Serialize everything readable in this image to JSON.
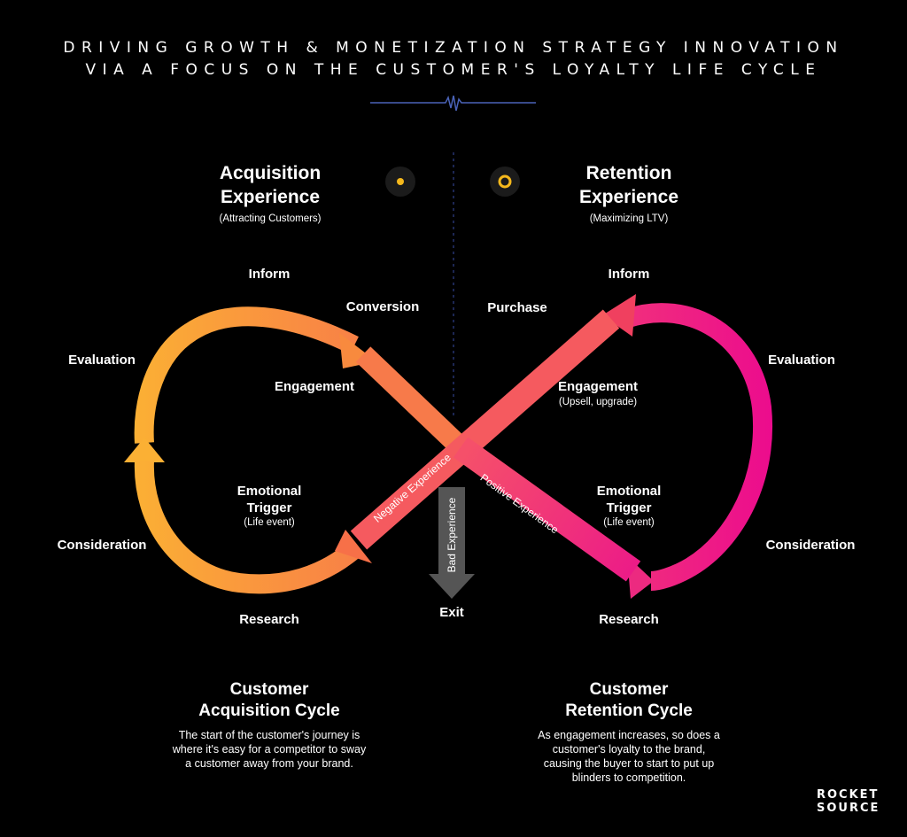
{
  "header": {
    "line1": "DRIVING GROWTH & MONETIZATION STRATEGY INNOVATION",
    "line2": "VIA A FOCUS ON THE CUSTOMER'S LOYALTY LIFE CYCLE"
  },
  "acquisition": {
    "heading_line1": "Acquisition",
    "heading_line2": "Experience",
    "subheading": "(Attracting Customers)",
    "stages": {
      "inform": "Inform",
      "conversion": "Conversion",
      "evaluation": "Evaluation",
      "engagement": "Engagement",
      "emotional_trigger_line1": "Emotional",
      "emotional_trigger_line2": "Trigger",
      "emotional_trigger_note": "(Life event)",
      "consideration": "Consideration",
      "research": "Research"
    },
    "cycle_title_line1": "Customer",
    "cycle_title_line2": "Acquisition Cycle",
    "description_lines": [
      "The start of the customer's journey is",
      "where it's easy for a competitor to sway",
      "a customer away from your brand."
    ]
  },
  "retention": {
    "heading_line1": "Retention",
    "heading_line2": "Experience",
    "subheading": "(Maximizing LTV)",
    "stages": {
      "inform": "Inform",
      "purchase": "Purchase",
      "evaluation": "Evaluation",
      "engagement": "Engagement",
      "engagement_note": "(Upsell, upgrade)",
      "emotional_trigger_line1": "Emotional",
      "emotional_trigger_line2": "Trigger",
      "emotional_trigger_note": "(Life event)",
      "consideration": "Consideration",
      "research": "Research"
    },
    "cycle_title_line1": "Customer",
    "cycle_title_line2": "Retention Cycle",
    "description_lines": [
      "As engagement increases, so does a",
      "customer's loyalty to the brand,",
      "causing the buyer to start to put up",
      "blinders to competition."
    ]
  },
  "center": {
    "negative_experience": "Negative Experience",
    "positive_experience": "Positive Experience",
    "bad_experience": "Bad Experience",
    "exit": "Exit"
  },
  "logo": {
    "line1": "ROCKET",
    "line2": "SOURCE"
  },
  "colors": {
    "background": "#000000",
    "acquisition_start": "#fbb034",
    "acquisition_end": "#f76b4f",
    "retention_start": "#f55a68",
    "retention_end": "#ec0a8e",
    "dot_yellow": "#f5b81c",
    "divider_blue": "#4a63b8",
    "exit_arrow": "#555555"
  }
}
